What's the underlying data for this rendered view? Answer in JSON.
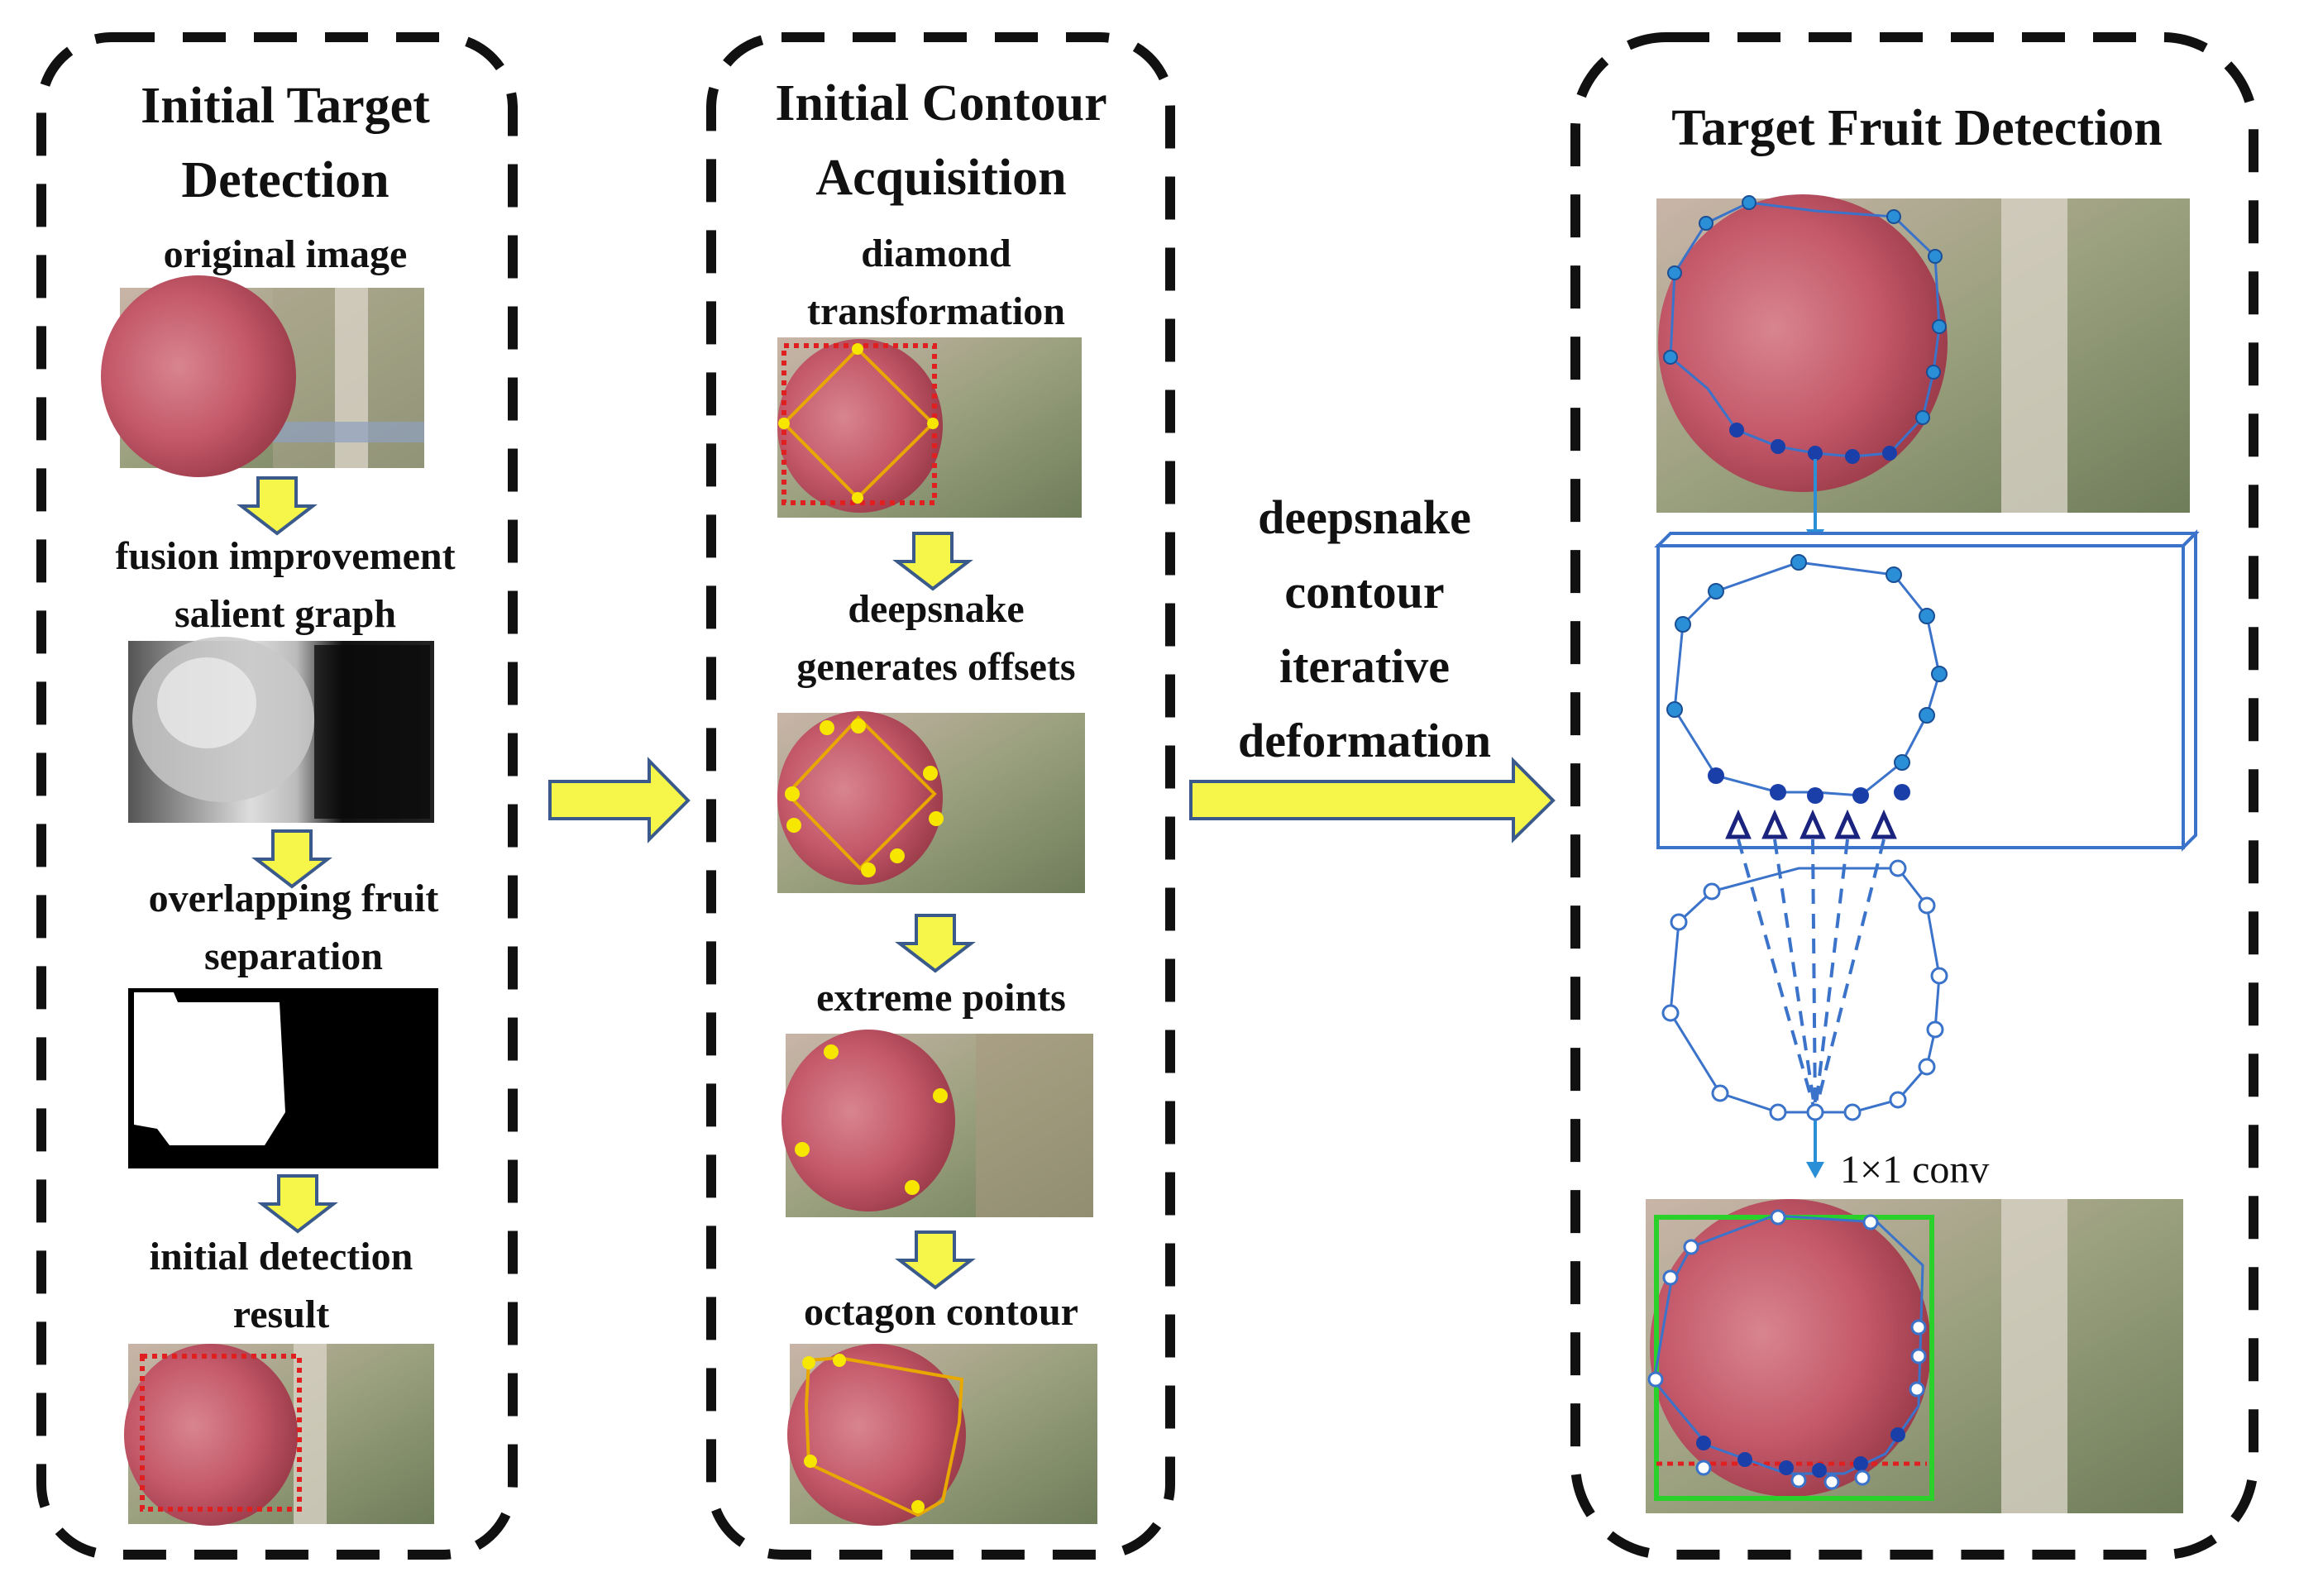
{
  "panel_left": {
    "title_line1": "Initial Target",
    "title_line2": "Detection",
    "step1": "original image",
    "step2_line1": "fusion improvement",
    "step2_line2": "salient graph",
    "step3_line1": "overlapping fruit",
    "step3_line2": "separation",
    "step4_line1": "initial detection",
    "step4_line2": "result"
  },
  "panel_middle": {
    "title_line1": "Initial Contour",
    "title_line2": "Acquisition",
    "step1_line1": "diamond",
    "step1_line2": "transformation",
    "step2_line1": "deepsnake",
    "step2_line2": "generates offsets",
    "step3": "extreme points",
    "step4": "octagon contour"
  },
  "connector": {
    "line1": "deepsnake",
    "line2": "contour",
    "line3": "iterative",
    "line4": "deformation"
  },
  "panel_right": {
    "title": "Target Fruit Detection",
    "conv_label": "1×1  conv"
  },
  "colors": {
    "arrow_fill": "#f5f54a",
    "arrow_stroke": "#3a5a8c",
    "contour_blue": "#3a73c9",
    "point_blue": "#2a8fd6",
    "dark_point": "#1a3fa8",
    "bbox_red": "#e02020",
    "bbox_green": "#2bd12b",
    "diamond_orange": "#e8a800",
    "marker_yellow": "#f7e600"
  }
}
